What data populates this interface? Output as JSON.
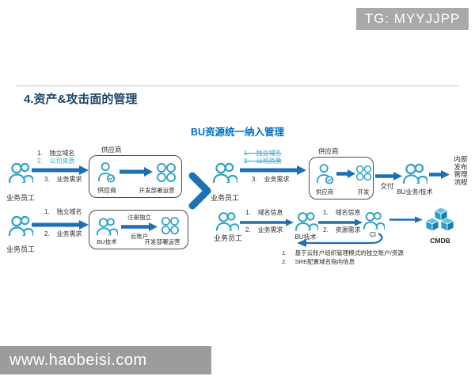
{
  "badge": {
    "text": "TG: MYYJJPP"
  },
  "page_title": "4.资产&攻击面的管理",
  "diagram_title": "BU资源统一纳入管理",
  "colors": {
    "icon_teal": "#2fa2c5",
    "arrow_blue": "#1c6fb5",
    "chevron_blue": "#1873b9",
    "title_navy": "#1f4467",
    "header_blue": "#0070c0",
    "badge_gray": "#a9a9a9",
    "footer_gray": "#9c9c9c"
  },
  "before": {
    "row1": {
      "actor_label": "业务员工",
      "req_1": "1.    独立域名",
      "req_2": "2.    公司资质",
      "req_3": "3.    业务需求",
      "supplier_title": "供应商",
      "supplier_label": "供应商",
      "devops_label": "开发部署运营"
    },
    "row2": {
      "actor_label": "业务员工",
      "req_1": "1.    独立域名",
      "req_2": "2.    业务需求",
      "bu_label": "BU技术",
      "arrow_top": "注册独立",
      "arrow_bottom": "云账户",
      "devops_label": "开发部署运营"
    }
  },
  "after": {
    "row1": {
      "actor_label": "业务员工",
      "req_1_struck": "1.    独立域名",
      "req_2_struck": "2.    公司资质",
      "req_3": "3.    业务需求",
      "supplier_title": "供应商",
      "supplier_label": "供应商",
      "dev_label": "开发",
      "deliver_label": "交付",
      "bu_label": "BU业务/技术",
      "outcome": [
        "内部",
        "发布",
        "管理",
        "流程"
      ]
    },
    "row2": {
      "actor_label": "业务员工",
      "a1_top": "1.    域名信息",
      "a1_bottom": "2.    业务需求",
      "bu_label": "BU技术",
      "a2_top": "1.    域名信息",
      "a2_bottom": "2.    资源需求",
      "ci_label": "CI",
      "cmdb_label": "CMDB",
      "notes": [
        "1.     基于云账户组织管理模式的独立账户/资源",
        "2.     SRE配置域名指向信息"
      ]
    }
  },
  "footer": {
    "url": "www.haobeisi.com"
  }
}
